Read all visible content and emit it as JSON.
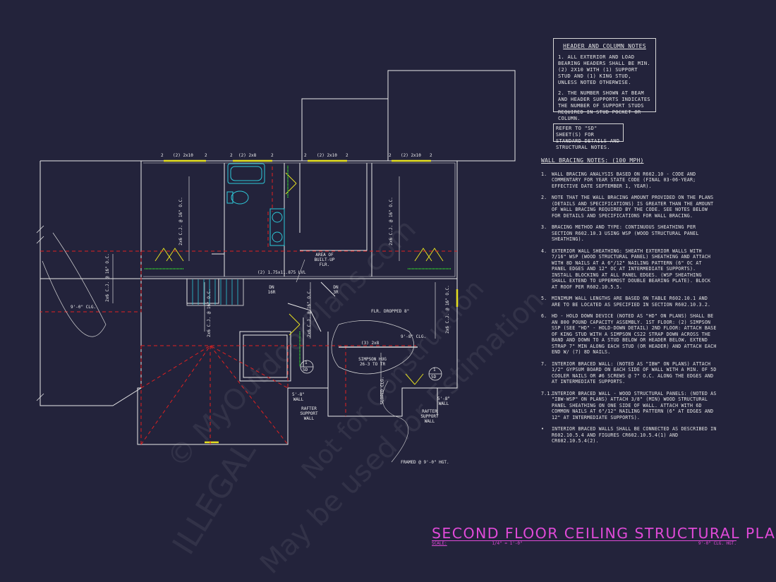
{
  "header_notes": {
    "title": "HEADER AND COLUMN NOTES",
    "note1": "1. ALL EXTERIOR AND LOAD BEARING HEADERS SHALL BE MIN. (2) 2x10 WITH (1) SUPPORT STUD AND (1) KING STUD, UNLESS NOTED OTHERWISE.",
    "note2": "2. THE NUMBER SHOWN AT BEAM AND HEADER SUPPORTS INDICATES THE NUMBER OF SUPPORT STUDS REQUIRED IN STUD POCKET OR COLUMN."
  },
  "refer_note": "REFER TO \"SD\" SHEET(S) FOR STANDARD DETAILS AND STRUCTURAL NOTES.",
  "wall_bracing": {
    "title": "WALL BRACING NOTES: (100 MPH)",
    "items": [
      {
        "num": "1.",
        "text": "WALL BRACING ANALYSIS BASED ON R602.10 - CODE AND COMMENTARY FOR YEAR STATE CODE (FINAL 03-06-YEAR; EFFECTIVE DATE SEPTEMBER 1, YEAR)."
      },
      {
        "num": "2.",
        "text": "NOTE THAT THE WALL BRACING AMOUNT PROVIDED ON THE PLANS (DETAILS AND SPECIFICATIONS) IS GREATER THAN THE AMOUNT OF WALL BRACING REQUIRED BY THE CODE. SEE NOTES BELOW FOR DETAILS AND SPECIFICATIONS FOR WALL BRACING."
      },
      {
        "num": "3.",
        "text": "BRACING METHOD AND TYPE: CONTINUOUS SHEATHING PER SECTION R602.10.3 USING WSP (WOOD STRUCTURAL PANEL SHEATHING)."
      },
      {
        "num": "4.",
        "text": "EXTERIOR WALL SHEATHING: SHEATH EXTERIOR WALLS WITH 7/16\" WSP (WOOD STRUCTURAL PANEL) SHEATHING AND ATTACH WITH 8d NAILS AT A 6\"/12\" NAILING PATTERN (6\" OC AT PANEL EDGES AND 12\" OC AT INTERMEDIATE SUPPORTS). INSTALL BLOCKING AT ALL PANEL EDGES. (WSP SHEATHING SHALL EXTEND TO UPPERMOST DOUBLE BEARING PLATE). BLOCK AT ROOF PER R602.10.5.5."
      },
      {
        "num": "5.",
        "text": "MINIMUM WALL LENGTHS ARE BASED ON TABLE R602.10.1 AND ARE TO BE LOCATED AS SPECIFIED IN SECTION R602.10.3.2."
      },
      {
        "num": "6.",
        "text": "HD - HOLD DOWN DEVICE (NOTED AS \"HD\" ON PLANS) SHALL BE AN 800 POUND CAPACITY ASSEMBLY. 1ST FLOOR: (2) SIMPSON SSP (SEE \"HD\" - HOLD-DOWN DETAIL) 2ND FLOOR: ATTACH BASE OF KING STUD WITH A SIMPSON CS22 STRAP DOWN ACROSS THE BAND AND DOWN TO A STUD BELOW OR HEADER BELOW. EXTEND STRAP 7\" MIN ALONG EACH STUD (OR HEADER) AND ATTACH EACH END W/ (7) 8d NAILS."
      },
      {
        "num": "7.",
        "text": "INTERIOR BRACED WALL: (NOTED AS \"IBW\" ON PLANS) ATTACH 1/2\" GYPSUM BOARD ON EACH SIDE OF WALL WITH A MIN. OF 5d COOLER NAILS OR #6 SCREWS @ 7\" O.C. ALONG THE EDGES AND AT INTERMEDIATE SUPPORTS."
      },
      {
        "num": "7.1.",
        "text": "INTERIOR BRACED WALL - WOOD STRUCTURAL PANELS: (NOTED AS \"IBW-WSP\" ON PLANS) ATTACH 3/8\" (MIN) WOOD STRUCTURAL PANEL SHEATHING ON ONE SIDE OF WALL. ATTACH WITH 6d COMMON NAILS AT 6\"/12\" NAILING PATTERN (6\" AT EDGES AND 12\" AT INTERMEDIATE SUPPORTS)."
      },
      {
        "num": "•",
        "text": "INTERIOR BRACED WALLS SHALL BE CONNECTED AS DESCRIBED IN R602.10.5.4 AND FIGURES CR602.10.5.4(1) AND CR602.10.5.4(2)."
      }
    ]
  },
  "plan_labels": {
    "header1": "(2) 2x10",
    "header2": "(2) 2x8",
    "header3": "(2) 2x10",
    "header4": "(2) 2x10",
    "stud_count": "2",
    "cj1": "2x6 C.J. @ 16\" O.C.",
    "cj2": "2x6 C.J. @ 16\" O.C.",
    "cj3": "2x6 C.J. @ 16\" O.C.",
    "cj4": "2x6 C.J. @ 16\" O.C.",
    "cj5": "2x6 C.J. @ 16\" O.C.",
    "lvl": "(2) 1.75x11.875 LVL",
    "built_up": "AREA OF BUILT-UP FLR.",
    "clg_left": "9'-0\" CLG.",
    "clg_right": "9'-8\" CLG.",
    "flr_dropped": "FLR. DROPPED 8\"",
    "beam": "(3) 2x8",
    "simpson": "SIMPSON HUG 26-3 TO TR",
    "sloped": "SLOPED CLG.",
    "wall_left": "5'-8\" WALL",
    "wall_right": "5'-8\" WALL",
    "rafter_left": "RAFTER SUPPORT WALL",
    "rafter_right": "RAFTER SUPPORT WALL",
    "framed": "FRAMED @ 9'-0\" HGT.",
    "dn1": "DN 16R",
    "dn2": "DN 3R",
    "detail_num": "1",
    "detail_sheet": "SD"
  },
  "title_block": {
    "title": "SECOND FLOOR CEILING STRUCTURAL PLAN",
    "scale_label": "SCALE:",
    "scale_value": "1/4\" = 1'-0\"",
    "clg_hgt": "9'-0\" CLG. HGT."
  },
  "watermarks": {
    "w1": "ILLEGAL",
    "w2": "© MyOutdoorPlans.com",
    "w3": "Not for Construction",
    "w4": "May be used for Estimation"
  },
  "colors": {
    "background": "#23233b",
    "title": "#e04ad8",
    "red_dash": "#e02020",
    "cyan": "#2ec8d8",
    "yellow": "#e6e020",
    "green": "#30c030"
  }
}
